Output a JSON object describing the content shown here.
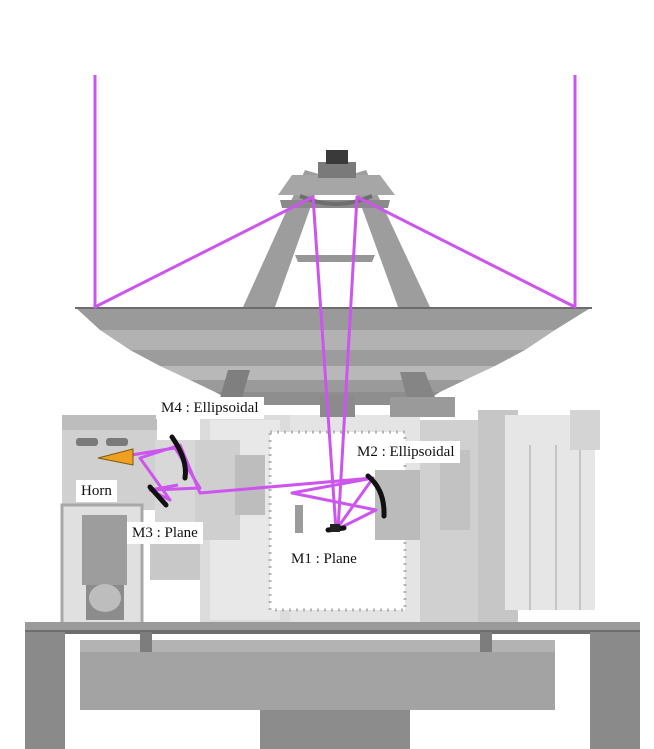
{
  "labels": {
    "m4": "M4 : Ellipsoidal",
    "m2": "M2 : Ellipsoidal",
    "horn": "Horn",
    "m3": "M3 : Plane",
    "m1": "M1 : Plane"
  },
  "colors": {
    "beam": "#cc55ee",
    "structure_dark": "#8a8a8a",
    "structure_mid": "#a9a9a9",
    "structure_light": "#d2d2d2",
    "structure_pale": "#e6e6e6",
    "mirror": "#111111",
    "horn": "#f0a020",
    "background": "#ffffff"
  }
}
